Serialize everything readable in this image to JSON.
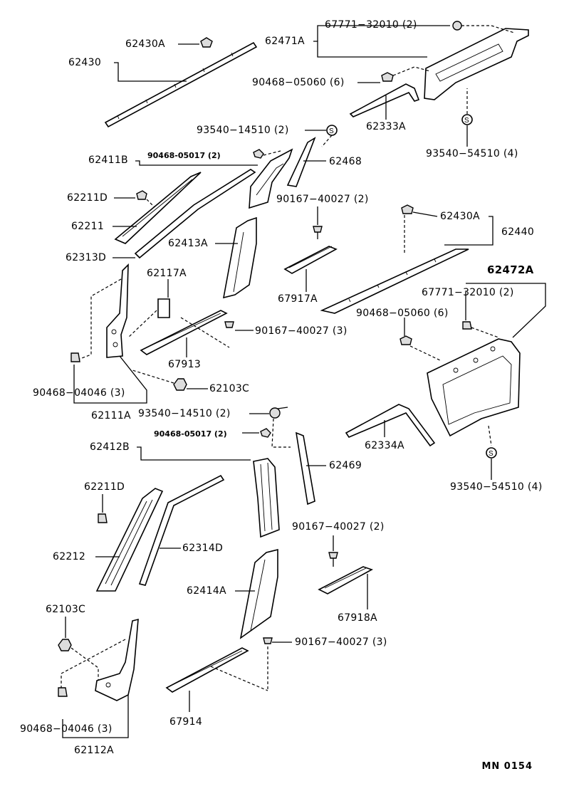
{
  "labels": {
    "p62430": "62430",
    "p62430A_top": "62430A",
    "p62471A": "62471A",
    "p67771_top": "67771−32010 (2)",
    "p90468_05060_top": "90468−05060 (6)",
    "p62333A": "62333A",
    "p93540_54510_top": "93540−54510 (4)",
    "p93540_14510_top": "93540−14510 (2)",
    "p62411B": "62411B",
    "p90468_05017_top": "90468-05017 (2)",
    "p62468": "62468",
    "p62211D": "62211D",
    "p62211": "62211",
    "p62313D": "62313D",
    "p62413A": "62413A",
    "p90167_40027_a": "90167−40027 (2)",
    "p62430A_mid": "62430A",
    "p62440": "62440",
    "p62117A": "62117A",
    "p67917A": "67917A",
    "p62472A": "62472A",
    "p67771_mid": "67771−32010 (2)",
    "p90468_05060_mid": "90468−05060 (6)",
    "p90167_40027_b": "90167−40027 (3)",
    "p67913": "67913",
    "p62103C_top": "62103C",
    "p90468_04046_top": "90468−04046 (3)",
    "p62111A": "62111A",
    "p93540_14510_mid": "93540−14510 (2)",
    "p90468_05017_mid": "90468-05017 (2)",
    "p62412B": "62412B",
    "p62334A": "62334A",
    "p62469": "62469",
    "p93540_54510_mid": "93540−54510 (4)",
    "p62211D_b": "62211D",
    "p62212": "62212",
    "p62314D": "62314D",
    "p90167_40027_c": "90167−40027 (2)",
    "p62414A": "62414A",
    "p67918A": "67918A",
    "p62103C_b": "62103C",
    "p90167_40027_d": "90167−40027 (3)",
    "p90468_04046_b": "90468−04046 (3)",
    "p67914": "67914",
    "p62112A": "62112A"
  },
  "drawing_code": "MN 0154"
}
